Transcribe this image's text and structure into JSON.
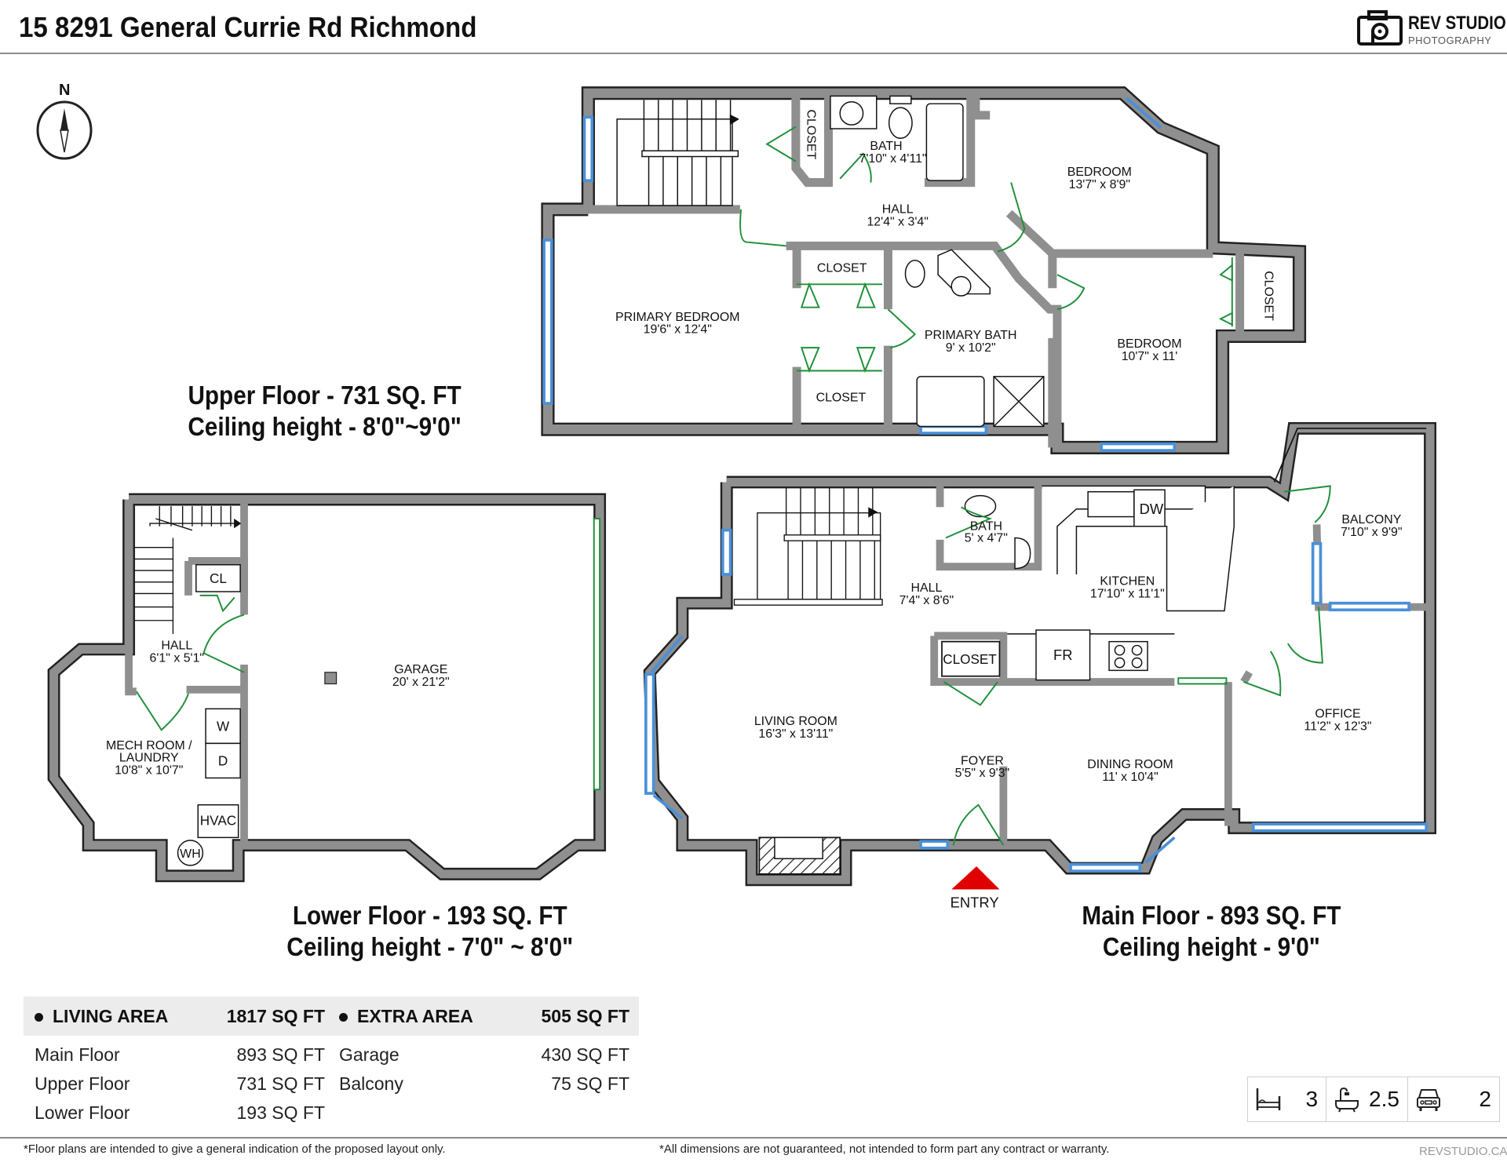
{
  "header": {
    "title": "15 8291 General Currie Rd Richmond",
    "logo": {
      "line1": "REV STUDIO",
      "line2": "PHOTOGRAPHY",
      "icon": "camera-icon"
    }
  },
  "compass": {
    "label": "N",
    "icon": "compass-north-icon"
  },
  "floors": {
    "upper": {
      "title": "Upper Floor - 731 SQ. FT",
      "ceiling": "Ceiling height -  8'0\"~9'0\"",
      "rooms": [
        {
          "name": "BATH",
          "dims": "7'10\" x 4'11\""
        },
        {
          "name": "BEDROOM",
          "dims": "13'7\" x 8'9\""
        },
        {
          "name": "HALL",
          "dims": "12'4\" x 3'4\""
        },
        {
          "name": "PRIMARY BEDROOM",
          "dims": "19'6\" x 12'4\""
        },
        {
          "name": "PRIMARY BATH",
          "dims": "9' x 10'2\""
        },
        {
          "name": "BEDROOM",
          "dims": "10'7\" x 11'"
        }
      ],
      "labels": {
        "closet_top": "CLOSET",
        "closet_mid": "CLOSET",
        "closet_low": "CLOSET",
        "closet_right": "CLOSET"
      }
    },
    "lower": {
      "title": "Lower Floor - 193 SQ. FT",
      "ceiling": "Ceiling height -  7'0\" ~ 8'0\"",
      "rooms": [
        {
          "name": "HALL",
          "dims": "6'1\" x 5'1\""
        },
        {
          "name": "GARAGE",
          "dims": "20' x 21'2\""
        },
        {
          "name": "MECH ROOM /",
          "name2": "LAUNDRY",
          "dims": "10'8\" x 10'7\""
        }
      ],
      "labels": {
        "cl": "CL",
        "w": "W",
        "d": "D",
        "hvac": "HVAC",
        "wh": "WH"
      }
    },
    "main": {
      "title": "Main Floor - 893 SQ. FT",
      "ceiling": "Ceiling height - 9'0\"",
      "rooms": [
        {
          "name": "BATH",
          "dims": "5' x 4'7\""
        },
        {
          "name": "HALL",
          "dims": "7'4\" x 8'6\""
        },
        {
          "name": "KITCHEN",
          "dims": "17'10\" x 11'1\""
        },
        {
          "name": "BALCONY",
          "dims": "7'10\" x 9'9\""
        },
        {
          "name": "LIVING ROOM",
          "dims": "16'3\" x 13'11\""
        },
        {
          "name": "FOYER",
          "dims": "5'5\" x 9'3\""
        },
        {
          "name": "DINING ROOM",
          "dims": "11' x 10'4\""
        },
        {
          "name": "OFFICE",
          "dims": "11'2\" x 12'3\""
        }
      ],
      "labels": {
        "closet": "CLOSET",
        "fr": "FR",
        "dw": "DW",
        "entry": "ENTRY"
      }
    }
  },
  "living_area": {
    "title": "LIVING AREA",
    "total": "1817 SQ FT",
    "rows": [
      {
        "label": "Main Floor",
        "value": "893 SQ FT"
      },
      {
        "label": "Upper Floor",
        "value": "731 SQ FT"
      },
      {
        "label": "Lower Floor",
        "value": "193 SQ FT"
      }
    ]
  },
  "extra_area": {
    "title": "EXTRA AREA",
    "total": "505 SQ FT",
    "rows": [
      {
        "label": "Garage",
        "value": "430 SQ FT"
      },
      {
        "label": "Balcony",
        "value": "75 SQ FT"
      }
    ]
  },
  "stats": {
    "bedrooms": {
      "icon": "bed-icon",
      "value": "3"
    },
    "bathrooms": {
      "icon": "bathtub-icon",
      "value": "2.5"
    },
    "parking": {
      "icon": "car-icon",
      "value": "2"
    }
  },
  "footer": {
    "disclaimer_left": "*Floor plans are intended to give a general indication of the proposed layout only.",
    "disclaimer_right": "*All dimensions are not guaranteed, not intended to form part any contract or warranty.",
    "brand": "REVSTUDIO.CA"
  },
  "colors": {
    "wall": "#8f8f8f",
    "wall_edge": "#222222",
    "window": "#4a90d9",
    "door": "#1f8f3a",
    "entry_marker": "#e00000"
  }
}
